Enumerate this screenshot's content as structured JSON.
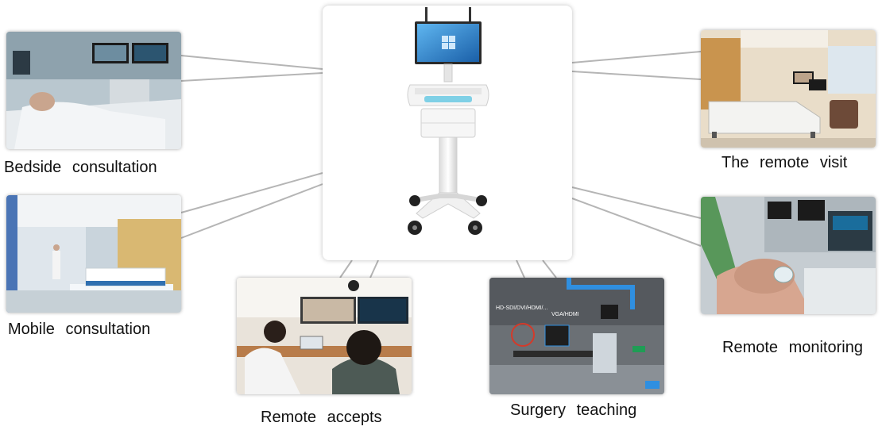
{
  "center": {
    "name": "medical-cart"
  },
  "scenes": [
    {
      "id": "bedside",
      "label": "Bedside  consultation"
    },
    {
      "id": "mobile",
      "label": "Mobile  consultation"
    },
    {
      "id": "remote-accepts",
      "label": "Remote  accepts"
    },
    {
      "id": "surgery",
      "label": "Surgery  teaching"
    },
    {
      "id": "visit",
      "label": "The  remote  visit"
    },
    {
      "id": "monitoring",
      "label": "Remote  monitoring"
    }
  ],
  "surgery_screen_text": "HD-SDI/DVI/HDMI/...",
  "surgery_screen_text2": "VGA/HDMI",
  "colors": {
    "line": "#b5b5b5",
    "accent": "#1e88c8"
  }
}
